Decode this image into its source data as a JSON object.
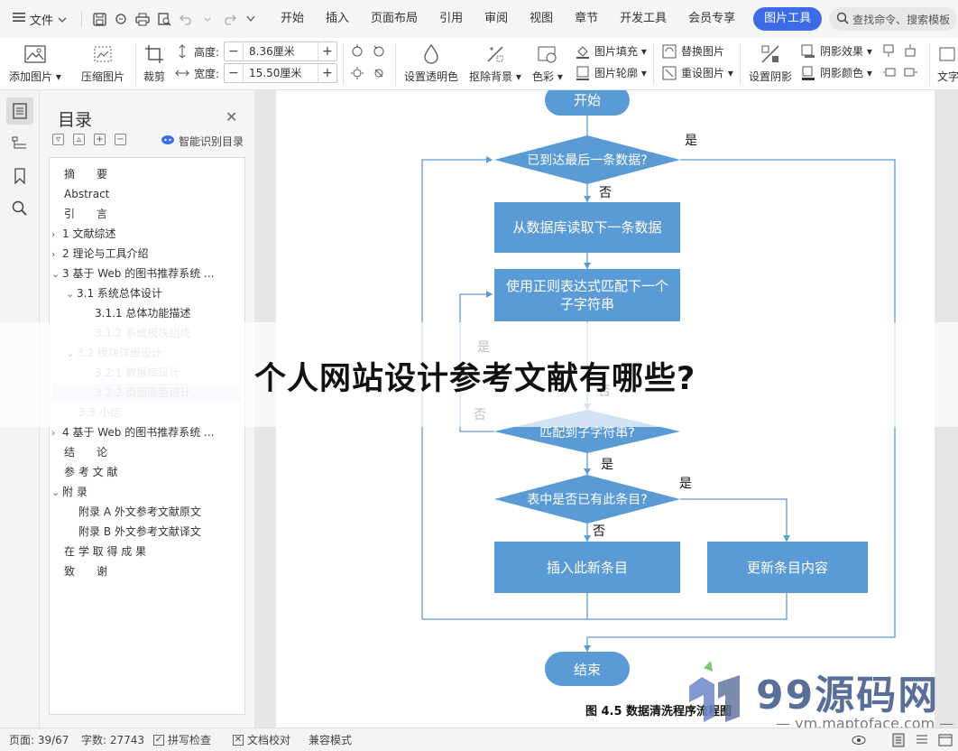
{
  "menu": {
    "file_label": "文件",
    "tabs": [
      "开始",
      "插入",
      "页面布局",
      "引用",
      "审阅",
      "视图",
      "章节",
      "开发工具",
      "会员专享"
    ],
    "active_tab": "图片工具",
    "search_placeholder": "查找命令、搜索模板"
  },
  "ribbon": {
    "add_image": "添加图片",
    "compress": "压缩图片",
    "crop": "裁剪",
    "height_label": "高度:",
    "height_value": "8.36厘米",
    "width_label": "宽度:",
    "width_value": "15.50厘米",
    "transparency": "设置透明色",
    "remove_bg": "抠除背景",
    "color": "色彩",
    "fill": "图片填充",
    "outline": "图片轮廓",
    "replace": "替换图片",
    "reset": "重设图片",
    "shadow_set": "设置阴影",
    "shadow_effect": "阴影效果",
    "shadow_color": "阴影颜色",
    "text_wrap": "文字"
  },
  "toc": {
    "title": "目录",
    "ai_label": "智能识别目录",
    "items": [
      {
        "text": "摘　　要",
        "caret": "",
        "indent": 0,
        "state": "normal"
      },
      {
        "text": "Abstract",
        "caret": "",
        "indent": 0,
        "state": "normal"
      },
      {
        "text": "引　　言",
        "caret": "",
        "indent": 0,
        "state": "normal"
      },
      {
        "text": "1 文献综述",
        "caret": ">",
        "indent": 0,
        "state": "normal"
      },
      {
        "text": "2 理论与工具介绍",
        "caret": ">",
        "indent": 0,
        "state": "normal"
      },
      {
        "text": "3  基于 Web 的图书推荐系统 ...",
        "caret": "v",
        "indent": 0,
        "state": "normal"
      },
      {
        "text": "3.1  系统总体设计",
        "caret": "v",
        "indent": 1,
        "state": "normal"
      },
      {
        "text": "3.1.1  总体功能描述",
        "caret": "",
        "indent": 2,
        "state": "normal"
      },
      {
        "text": "3.1.2  系统模块组成",
        "caret": "",
        "indent": 2,
        "state": "faded"
      },
      {
        "text": "3.2  模块详细设计",
        "caret": "v",
        "indent": 1,
        "state": "faded"
      },
      {
        "text": "3.2.1  数据库设计",
        "caret": "",
        "indent": 2,
        "state": "faded"
      },
      {
        "text": "3.2.2  页面原型设计",
        "caret": "",
        "indent": 2,
        "state": "selected"
      },
      {
        "text": "3.3  小结",
        "caret": "",
        "indent": 1,
        "state": "faded"
      },
      {
        "text": "4  基于 Web 的图书推荐系统 ...",
        "caret": ">",
        "indent": 0,
        "state": "normal"
      },
      {
        "text": "结　　论",
        "caret": "",
        "indent": 0,
        "state": "normal"
      },
      {
        "text": "参 考 文 献",
        "caret": "",
        "indent": 0,
        "state": "normal"
      },
      {
        "text": "附 录",
        "caret": "v",
        "indent": 0,
        "state": "normal"
      },
      {
        "text": "附录 A  外文参考文献原文",
        "caret": "",
        "indent": 1,
        "state": "normal"
      },
      {
        "text": "附录 B  外文参考文献译文",
        "caret": "",
        "indent": 1,
        "state": "normal"
      },
      {
        "text": "在 学 取 得 成 果",
        "caret": "",
        "indent": 0,
        "state": "normal"
      },
      {
        "text": "致　　谢",
        "caret": "",
        "indent": 0,
        "state": "normal"
      }
    ]
  },
  "flowchart": {
    "start": "开始",
    "decision_last": "已到达最后一条数据?",
    "read_next": "从数据库读取下一条数据",
    "regex_line1": "使用正则表达式匹配下一个",
    "regex_line2": "子字符串",
    "decision_match": "匹配到子字符串?",
    "decision_exists": "表中是否已有此条目?",
    "insert": "插入此新条目",
    "update": "更新条目内容",
    "end": "结束",
    "yes": "是",
    "no": "否",
    "caption": "图 4.5  数据清洗程序流程图",
    "fill_color": "#5b9bd5",
    "line_color": "#5b9bd5"
  },
  "overlay": {
    "headline": "个人网站设计参考文献有哪些?"
  },
  "watermark": {
    "brand": "99源码网",
    "url": "ym.maptoface.com"
  },
  "status": {
    "page": "页面: 39/67",
    "words": "字数: 27743",
    "spell": "拼写检查",
    "proof": "文档校对",
    "compat": "兼容模式"
  }
}
